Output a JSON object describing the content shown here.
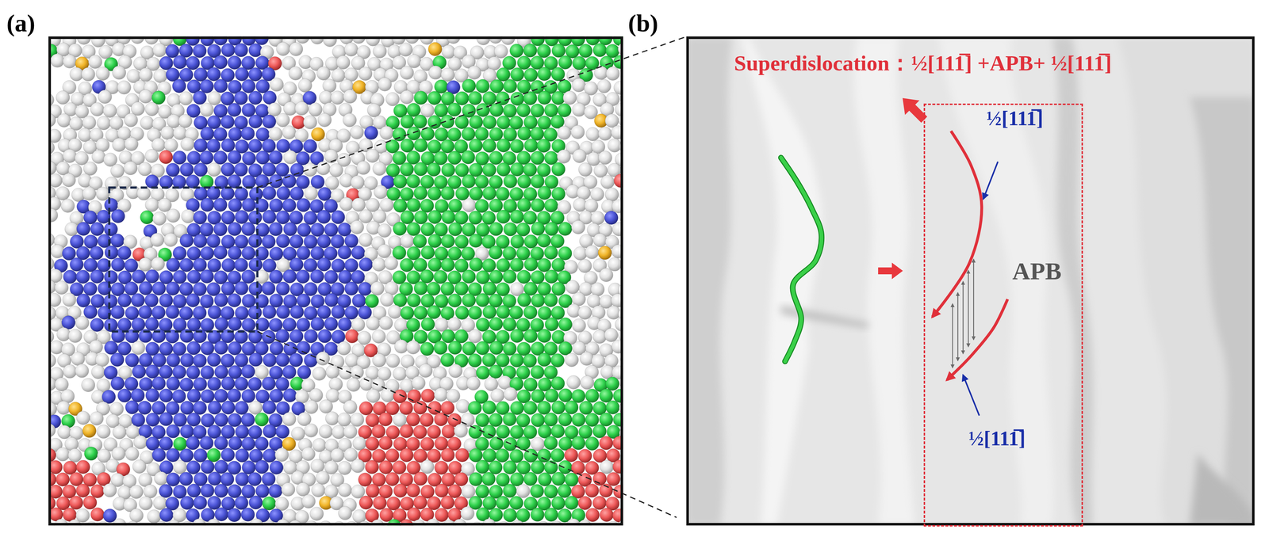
{
  "diagram": {
    "nodes": [
      {
        "text": [
          "(a)"
        ]
      },
      {
        "text": [
          "(b)",
          "Superdislocation：½[111̅] +APB+ ½[111̅]"
        ]
      },
      {
        "text": [
          "½[111̅]",
          "APB",
          "½[111̅]"
        ],
        "in": 1
      }
    ]
  }
}
